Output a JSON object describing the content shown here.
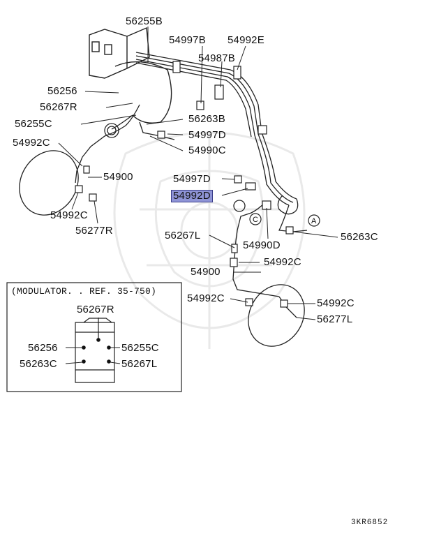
{
  "labels": {
    "p56255B": "56255B",
    "p54997B": "54997B",
    "p54992E": "54992E",
    "p54987B": "54987B",
    "p56256": "56256",
    "p56267R": "56267R",
    "p56255C": "56255C",
    "p56263B": "56263B",
    "p54997D_top": "54997D",
    "p54990C": "54990C",
    "p54992C_left": "54992C",
    "p54900_left": "54900",
    "p54992C_lower_left": "54992C",
    "p56277R": "56277R",
    "p54997D_mid": "54997D",
    "p54992D": "54992D",
    "p56267L": "56267L",
    "p54990D": "54990D",
    "p56263C": "56263C",
    "p54900_mid": "54900",
    "p54992C_mid": "54992C",
    "p54992C_bottom": "54992C",
    "p54992C_right": "54992C",
    "p56277L": "56277L",
    "callout_A": "A",
    "callout_C": "C"
  },
  "inset": {
    "caption": "(MODULATOR. . REF. 35-750)",
    "p56267R": "56267R",
    "p56256": "56256",
    "p56255C": "56255C",
    "p56263C": "56263C",
    "p56267L": "56267L"
  },
  "footer": {
    "code": "3KR6852"
  },
  "highlight_color": "#8f94d6"
}
